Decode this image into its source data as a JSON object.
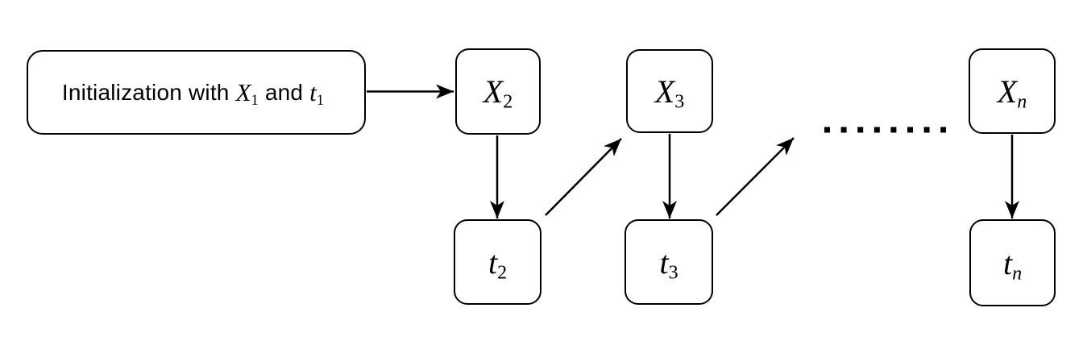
{
  "diagram": {
    "colors": {
      "stroke": "#000000",
      "background": "#ffffff",
      "text": "#000000"
    },
    "init_box": {
      "prefix": "Initialization with",
      "var1": "X",
      "sub1": "1",
      "conjunction": "and",
      "var2": "t",
      "sub2": "1"
    },
    "nodes": {
      "x2": {
        "var": "X",
        "sub": "2"
      },
      "t2": {
        "var": "t",
        "sub": "2"
      },
      "x3": {
        "var": "X",
        "sub": "3"
      },
      "t3": {
        "var": "t",
        "sub": "3"
      },
      "xn": {
        "var": "X",
        "sub": "n"
      },
      "tn": {
        "var": "t",
        "sub": "n"
      }
    },
    "edges": [
      {
        "from": "initialization",
        "to": "X2",
        "style": "arrow"
      },
      {
        "from": "X2",
        "to": "t2",
        "style": "arrow"
      },
      {
        "from": "t2",
        "to": "X3",
        "style": "arrow"
      },
      {
        "from": "X3",
        "to": "t3",
        "style": "arrow"
      },
      {
        "from": "t3",
        "to": "ellipsis",
        "style": "arrow"
      },
      {
        "from": "ellipsis",
        "to": "Xn",
        "style": "dotted-continuation"
      },
      {
        "from": "Xn",
        "to": "tn",
        "style": "arrow"
      }
    ]
  }
}
